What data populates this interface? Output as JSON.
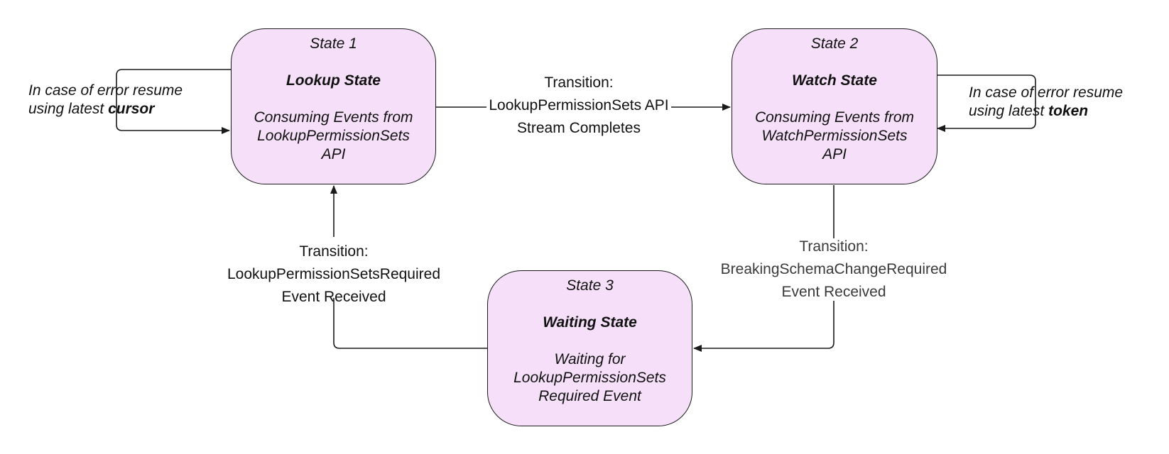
{
  "states": [
    {
      "number": "State 1",
      "title": "Lookup State",
      "description": [
        "Consuming Events from",
        "LookupPermissionSets",
        "API"
      ]
    },
    {
      "number": "State 2",
      "title": "Watch State",
      "description": [
        "Consuming Events from",
        "WatchPermissionSets",
        "API"
      ]
    },
    {
      "number": "State 3",
      "title": "Waiting State",
      "description": [
        "Waiting for",
        "LookupPermissionSets",
        "Required Event"
      ]
    }
  ],
  "transitions": {
    "lookup_to_watch": [
      "Transition:",
      "LookupPermissionSets API",
      "Stream Completes"
    ],
    "watch_to_waiting": [
      "Transition:",
      "BreakingSchemaChangeRequired",
      "Event Received"
    ],
    "waiting_to_lookup": [
      "Transition:",
      "LookupPermissionSetsRequired",
      "Event Received"
    ]
  },
  "notes": {
    "lookup_error": {
      "line1": "In case of error resume",
      "line2_prefix": "using latest ",
      "line2_bold": "cursor"
    },
    "watch_error": {
      "line1": "In case of error resume",
      "line2_prefix": "using latest ",
      "line2_bold": "token"
    }
  },
  "colors": {
    "state_fill": "#f6dff8",
    "line": "#1a1a1a",
    "text": "#111111"
  }
}
